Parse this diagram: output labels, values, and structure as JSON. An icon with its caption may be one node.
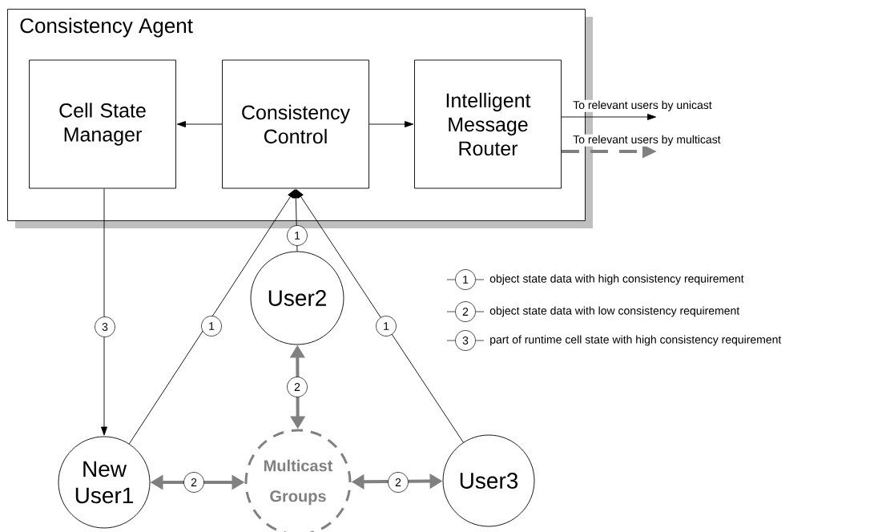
{
  "diagram": {
    "nodes": [
      {
        "text": [
          "Consistency Agent"
        ]
      },
      {
        "text": [
          "Cell State Manager"
        ],
        "in": 0
      },
      {
        "text": [
          "Consistency Control"
        ],
        "in": 0
      },
      {
        "text": [
          "Intelligent Message Router"
        ],
        "in": 0
      },
      {
        "text": [
          "User2"
        ]
      },
      {
        "text": [
          "New User1"
        ]
      },
      {
        "text": [
          "Multicast Groups"
        ]
      },
      {
        "text": [
          "User3"
        ]
      }
    ],
    "edges": [
      {
        "from": 2,
        "to": 1,
        "arrow": "to"
      },
      {
        "from": 2,
        "to": 3,
        "arrow": "to"
      },
      {
        "from": 3,
        "to": null,
        "arrow": "to",
        "label": "To relevant users by unicast"
      },
      {
        "from": 3,
        "to": null,
        "arrow": "to",
        "label": "To relevant users by multicast",
        "style": "dashed",
        "color": "#808080"
      },
      {
        "from": 1,
        "to": 5,
        "arrow": "to",
        "label": "3"
      },
      {
        "from": 5,
        "to": 2,
        "arrow": "to",
        "label": "1"
      },
      {
        "from": 4,
        "to": 2,
        "arrow": "to",
        "label": "1"
      },
      {
        "from": 7,
        "to": 2,
        "arrow": "to",
        "label": "1"
      },
      {
        "from": 4,
        "to": 6,
        "arrow": "both",
        "label": "2",
        "style": "thick",
        "color": "#808080"
      },
      {
        "from": 5,
        "to": 6,
        "arrow": "both",
        "label": "2",
        "style": "thick",
        "color": "#808080"
      },
      {
        "from": 6,
        "to": 7,
        "arrow": "both",
        "label": "2",
        "style": "thick",
        "color": "#808080"
      }
    ],
    "labels": [
      "1",
      "2",
      "3"
    ],
    "legend": [
      {
        "text": "object state data with high consistency requirement"
      },
      {
        "text": "object state data with low consistency requirement"
      },
      {
        "text": "part of runtime cell state with high consistency requirement"
      }
    ]
  }
}
